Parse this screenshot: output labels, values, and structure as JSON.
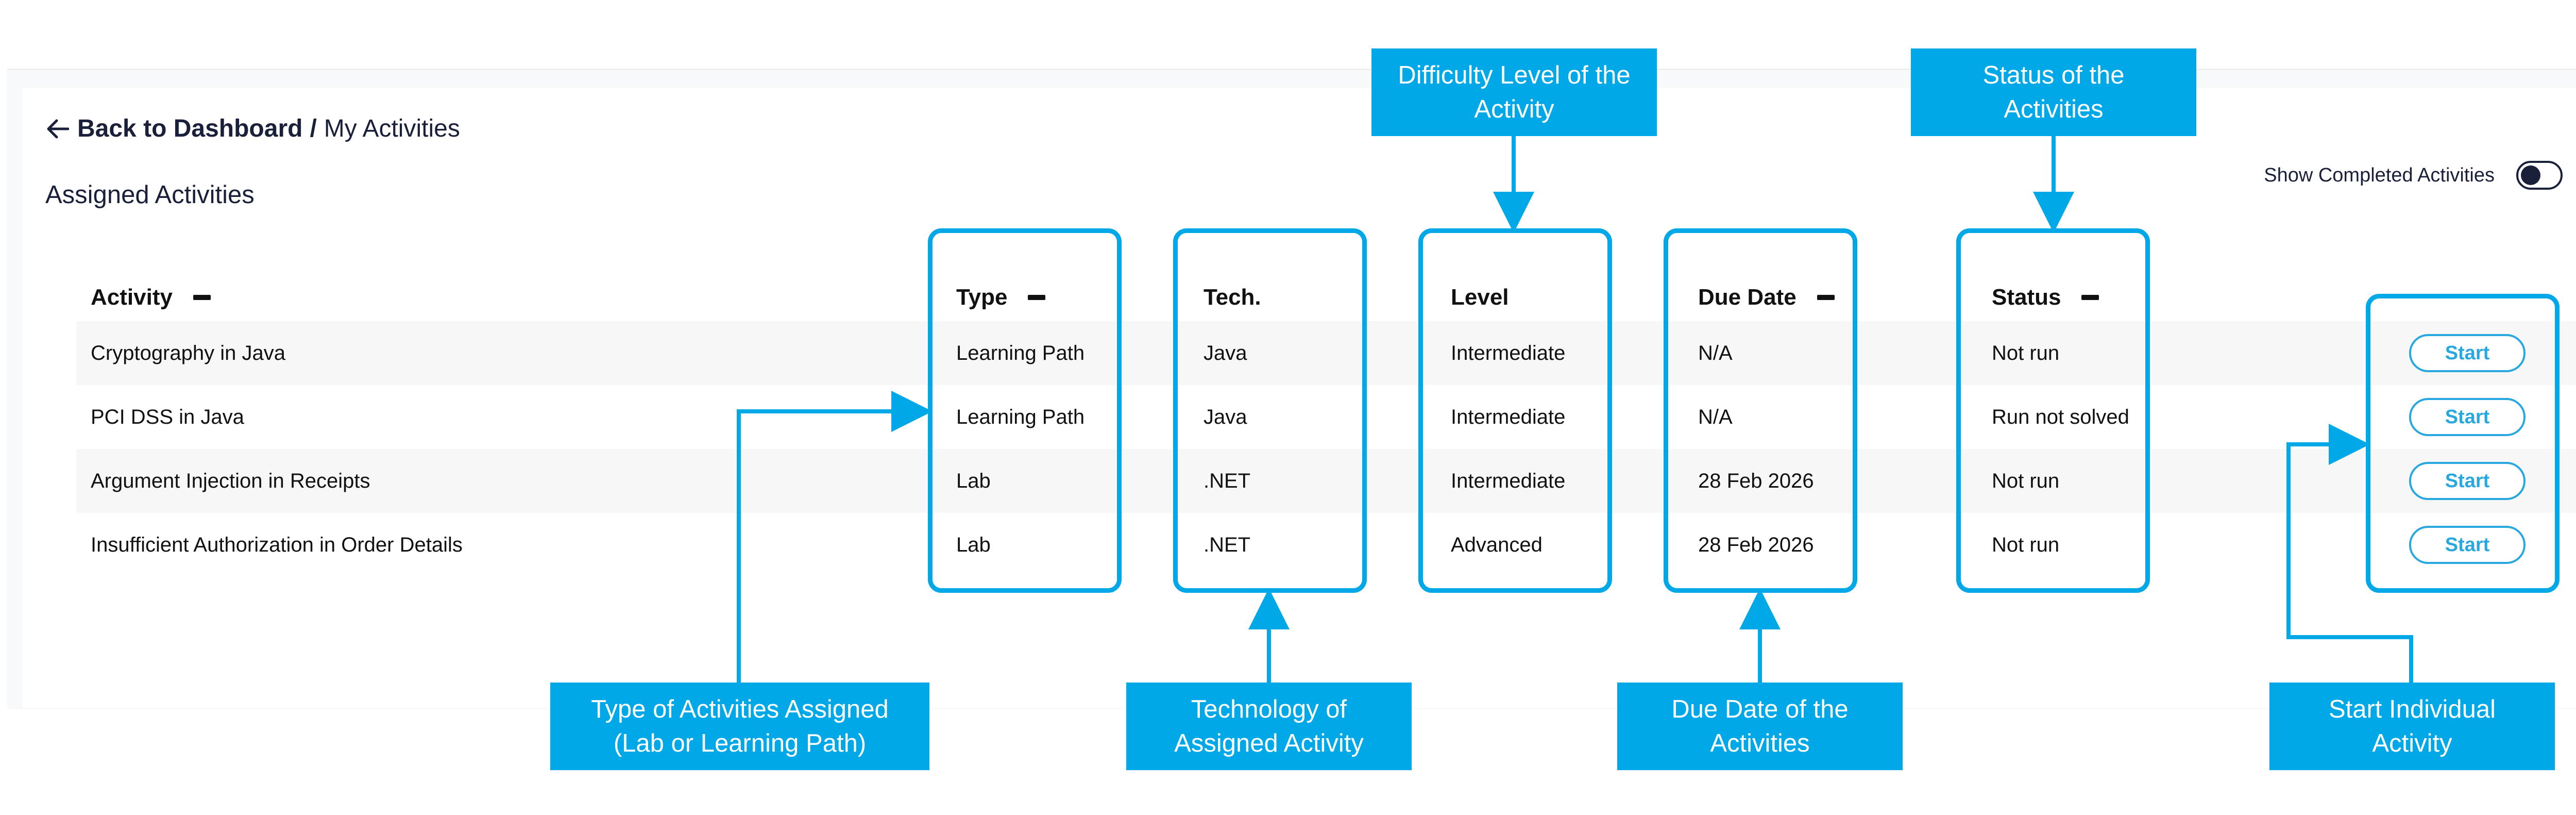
{
  "breadcrumb": {
    "back": "Back to Dashboard",
    "separator": "/",
    "current": "My Activities"
  },
  "section_title": "Assigned Activities",
  "toggle": {
    "label": "Show Completed Activities",
    "state": "on"
  },
  "columns": {
    "activity": "Activity",
    "type": "Type",
    "tech": "Tech.",
    "level": "Level",
    "due": "Due Date",
    "status": "Status"
  },
  "rows": [
    {
      "activity": "Cryptography in Java",
      "type": "Learning Path",
      "tech": "Java",
      "level": "Intermediate",
      "due": "N/A",
      "status": "Not run",
      "action": "Start"
    },
    {
      "activity": "PCI DSS in Java",
      "type": "Learning Path",
      "tech": "Java",
      "level": "Intermediate",
      "due": "N/A",
      "status": "Run not solved",
      "action": "Start"
    },
    {
      "activity": "Argument Injection in Receipts",
      "type": "Lab",
      "tech": ".NET",
      "level": "Intermediate",
      "due": "28 Feb 2026",
      "status": "Not run",
      "action": "Start"
    },
    {
      "activity": "Insufficient Authorization in Order Details",
      "type": "Lab",
      "tech": ".NET",
      "level": "Advanced",
      "due": "28 Feb 2026",
      "status": "Not run",
      "action": "Start"
    }
  ],
  "callouts": {
    "difficulty": "Difficulty Level of the\nActivity",
    "status": "Status of the\nActivities",
    "type": "Type of Activities Assigned\n(Lab or Learning Path)",
    "tech": "Technology of\nAssigned Activity",
    "due": "Due Date of the\nActivities",
    "start": "Start Individual\nActivity"
  },
  "colors": {
    "accent": "#00a8e8",
    "button": "#29a8e0",
    "text": "#1a1f3a"
  }
}
